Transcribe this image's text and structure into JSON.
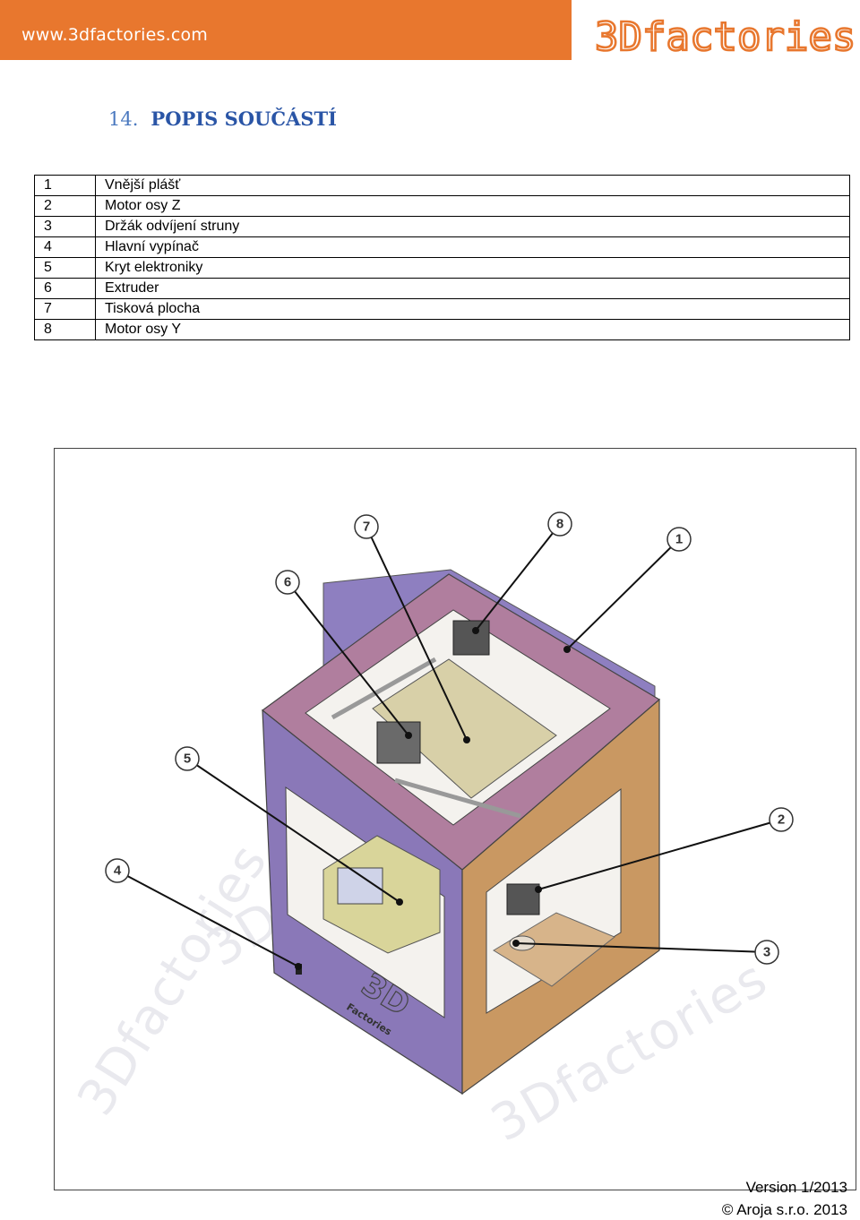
{
  "header": {
    "url": "www.3dfactories.com",
    "logo_text": "3Dfactories",
    "accent_color": "#e8772e"
  },
  "section": {
    "number": "14.",
    "title": "POPIS SOUČÁSTÍ"
  },
  "parts": [
    {
      "num": "1",
      "name": "Vnější plášť"
    },
    {
      "num": "2",
      "name": "Motor osy Z"
    },
    {
      "num": "3",
      "name": "Držák odvíjení struny"
    },
    {
      "num": "4",
      "name": "Hlavní vypínač"
    },
    {
      "num": "5",
      "name": "Kryt elektroniky"
    },
    {
      "num": "6",
      "name": "Extruder"
    },
    {
      "num": "7",
      "name": "Tisková plocha"
    },
    {
      "num": "8",
      "name": "Motor osy Y"
    }
  ],
  "figure": {
    "callouts": [
      "1",
      "2",
      "3",
      "4",
      "5",
      "6",
      "7",
      "8"
    ],
    "case_logo": "3D",
    "case_logo_sub": "Factories",
    "watermark": "3Dfactories"
  },
  "footer": {
    "version": "Version 1/2013",
    "copyright": "© Aroja s.r.o. 2013"
  }
}
